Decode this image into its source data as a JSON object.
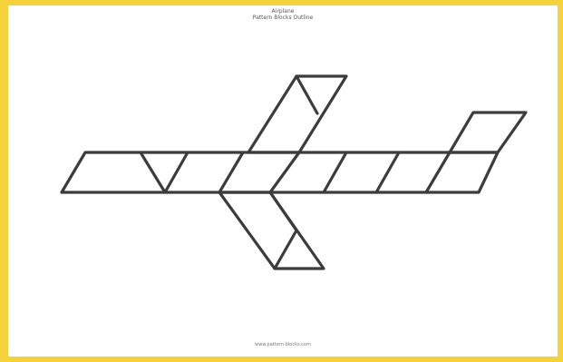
{
  "sheet": {
    "title": "Airplane",
    "subtitle": "Pattern Blocks Outline",
    "footer": "www.pattern-blocks.com"
  },
  "colors": {
    "border": "#f6d23a",
    "outline": "#3c3c3c",
    "background": "#ffffff"
  }
}
